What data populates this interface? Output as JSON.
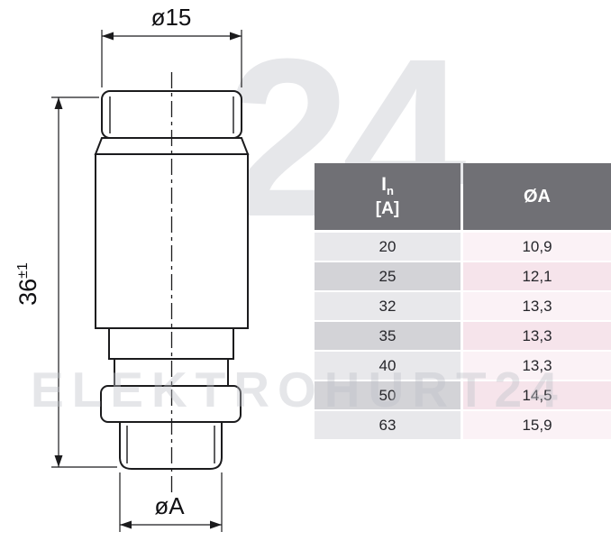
{
  "diagram": {
    "dim_top": "ø15",
    "dim_left_value": "36",
    "dim_left_tolerance": "±1",
    "dim_bottom": "øA"
  },
  "table": {
    "header": {
      "current_symbol": "I",
      "current_subscript": "n",
      "current_unit": "[A]",
      "diameter_label": "ØA"
    },
    "rows": [
      {
        "current": "20",
        "diameter": "10,9"
      },
      {
        "current": "25",
        "diameter": "12,1"
      },
      {
        "current": "32",
        "diameter": "13,3"
      },
      {
        "current": "35",
        "diameter": "13,3"
      },
      {
        "current": "40",
        "diameter": "13,3"
      },
      {
        "current": "50",
        "diameter": "14,5"
      },
      {
        "current": "63",
        "diameter": "15,9"
      }
    ]
  },
  "watermark": {
    "text": "ELEKTROHURT24",
    "logo": "24"
  },
  "colors": {
    "line": "#1b1b1d",
    "header_bg": "#707075",
    "col1_bg": "#d3d3d7",
    "col2_bg": "#f6e4eb"
  }
}
